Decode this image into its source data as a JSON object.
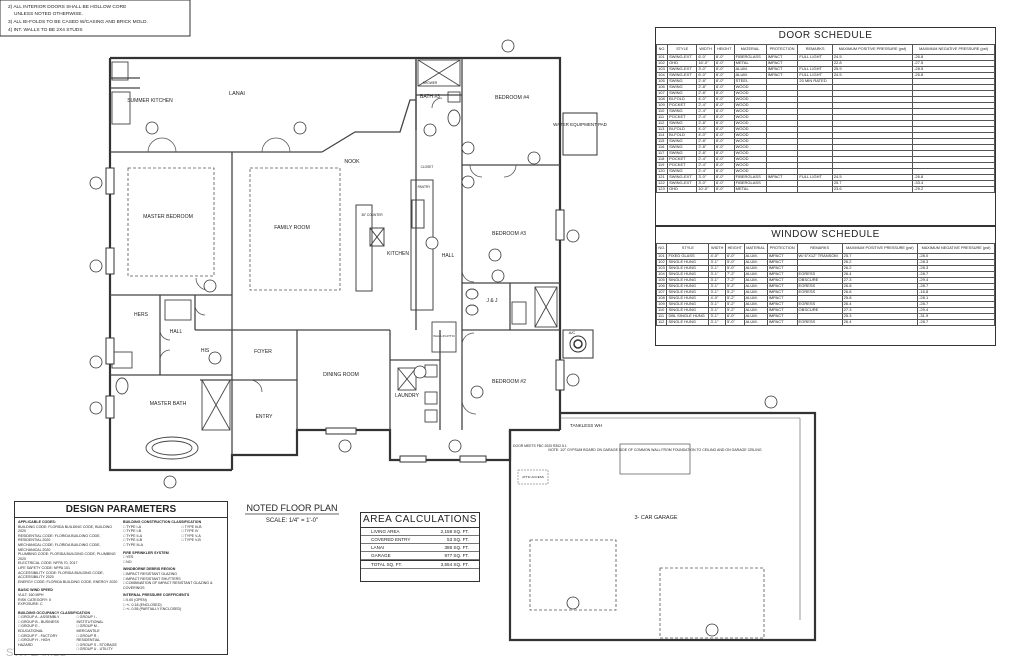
{
  "general_notes": [
    "2) ALL INTERIOR DOORS SHALL BE HOLLOW CORE",
    "UNLESS NOTED OTHERWISE.",
    "3) ALL BI-FOLDS TO BE CASED W/CASING AND BRICK MOLD.",
    "4) INT. WALLS TO BE 2X4 STUDS"
  ],
  "rooms": {
    "lanai": "LANAI",
    "summer_kitchen": "SUMMER KITCHEN",
    "master_bedroom": "MASTER BEDROOM",
    "family_room": "FAMILY ROOM",
    "nook": "NOOK",
    "kitchen": "KITCHEN",
    "bath3": "BATH #3",
    "bedroom4": "BEDROOM #4",
    "bedroom3": "BEDROOM #3",
    "bedroom2": "BEDROOM #2",
    "hall_center": "HALL",
    "jj": "J & J",
    "hers": "HERS",
    "his": "HIS",
    "hall_left": "HALL",
    "foyer": "FOYER",
    "dining_room": "DINING ROOM",
    "laundry": "LAUNDRY",
    "master_bath": "MASTER BATH",
    "entry": "ENTRY",
    "garage": "3- CAR GARAGE",
    "water_equipment": "WATER EQUIPMENT PAD",
    "tankless": "TANKLESS WH",
    "closet": "CLOSET",
    "pantry": "PANTRY",
    "counter": "36\" COUNTER",
    "shower": "SHOWER",
    "ac": "A/C"
  },
  "plan_title": "NOTED FLOOR PLAN",
  "plan_scale": "SCALE: 1/4\" = 1'-0\"",
  "door_schedule": {
    "title": "DOOR SCHEDULE",
    "headers": [
      "NO.",
      "STYLE",
      "WIDTH",
      "HEIGHT",
      "MATERIAL",
      "PROTECTION",
      "REMARKS",
      "MAXIMUM POSITIVE PRESSURE (psf)",
      "MAXIMUM NEGATIVE PRESSURE (psf)"
    ],
    "rows": [
      [
        "101",
        "SWING-EXT",
        "6'-0\"",
        "8'-0\"",
        "FIBERGLASS",
        "IMPACT",
        "FULL LIGHT",
        "24.5",
        "-26.8"
      ],
      [
        "102",
        "OHD",
        "16'-0\"",
        "8'-0\"",
        "METAL",
        "IMPACT",
        "",
        "22.8",
        "-27.5"
      ],
      [
        "103",
        "SWING-EXT",
        "3'-0\"",
        "8'-0\"",
        "ALUM.",
        "IMPACT",
        "FULL LIGHT",
        "25.9",
        "-28.5"
      ],
      [
        "104",
        "SWING-EXT",
        "6'-0\"",
        "8'-0\"",
        "ALUM.",
        "IMPACT",
        "FULL LIGHT",
        "24.5",
        "-26.8"
      ],
      [
        "105",
        "SWING",
        "2'-8\"",
        "8'-0\"",
        "STEEL",
        "",
        "20 MIN RATED",
        "",
        ""
      ],
      [
        "106",
        "SWING",
        "2'-8\"",
        "8'-0\"",
        "WOOD",
        "",
        "",
        "",
        ""
      ],
      [
        "107",
        "SWING",
        "2'-8\"",
        "8'-0\"",
        "WOOD",
        "",
        "",
        "",
        ""
      ],
      [
        "108",
        "BI-FOLD",
        "4'-0\"",
        "8'-0\"",
        "WOOD",
        "",
        "",
        "",
        ""
      ],
      [
        "109",
        "POCKET",
        "2'-4\"",
        "8'-0\"",
        "WOOD",
        "",
        "",
        "",
        ""
      ],
      [
        "110",
        "SWING",
        "2'-4\"",
        "8'-0\"",
        "WOOD",
        "",
        "",
        "",
        ""
      ],
      [
        "111",
        "POCKET",
        "2'-4\"",
        "8'-0\"",
        "WOOD",
        "",
        "",
        "",
        ""
      ],
      [
        "112",
        "SWING",
        "2'-8\"",
        "8'-0\"",
        "WOOD",
        "",
        "",
        "",
        ""
      ],
      [
        "113",
        "BI-FOLD",
        "4'-0\"",
        "8'-0\"",
        "WOOD",
        "",
        "",
        "",
        ""
      ],
      [
        "114",
        "BI-FOLD",
        "4'-0\"",
        "8'-0\"",
        "WOOD",
        "",
        "",
        "",
        ""
      ],
      [
        "115",
        "SWING",
        "2'-8\"",
        "8'-0\"",
        "WOOD",
        "",
        "",
        "",
        ""
      ],
      [
        "116",
        "SWING",
        "2'-8\"",
        "8'-0\"",
        "WOOD",
        "",
        "",
        "",
        ""
      ],
      [
        "117",
        "SWING",
        "2'-8\"",
        "8'-0\"",
        "WOOD",
        "",
        "",
        "",
        ""
      ],
      [
        "118",
        "POCKET",
        "2'-4\"",
        "8'-0\"",
        "WOOD",
        "",
        "",
        "",
        ""
      ],
      [
        "119",
        "POCKET",
        "2'-4\"",
        "8'-0\"",
        "WOOD",
        "",
        "",
        "",
        ""
      ],
      [
        "120",
        "SWING",
        "2'-4\"",
        "8'-0\"",
        "WOOD",
        "",
        "",
        "",
        ""
      ],
      [
        "121",
        "SWING-EXT",
        "3'-0\"",
        "8'-0\"",
        "FIBERGLASS",
        "IMPACT",
        "FULL LIGHT",
        "24.5",
        "-26.8"
      ],
      [
        "122",
        "SWING-EXT",
        "3'-0\"",
        "8'-0\"",
        "FIBERGLASS",
        "",
        "",
        "25.7",
        "-33.4"
      ],
      [
        "123",
        "OHD",
        "10'-0\"",
        "8'-0\"",
        "METAL",
        "",
        "",
        "23.6",
        "-29.2"
      ]
    ]
  },
  "window_schedule": {
    "title": "WINDOW SCHEDULE",
    "headers": [
      "NO.",
      "STYLE",
      "WIDTH",
      "HEIGHT",
      "MATERIAL",
      "PROTECTION",
      "REMARKS",
      "MAXIMUM POSITIVE PRESSURE (psf)",
      "MAXIMUM NEGATIVE PRESSURE (psf)"
    ],
    "rows": [
      [
        "101",
        "FIXED GLASS",
        "4'-0\"",
        "6'-0\"",
        "ALUM.",
        "IMPACT",
        "W/ 6\"X12\" TRANSOM",
        "25.7",
        "-28.0"
      ],
      [
        "102",
        "SINGLE HUNG",
        "3'-1\"",
        "5'-0\"",
        "ALUM.",
        "IMPACT",
        "",
        "26.2",
        "-28.3"
      ],
      [
        "103",
        "SINGLE HUNG",
        "3'-1\"",
        "5'-0\"",
        "ALUM.",
        "IMPACT",
        "",
        "26.2",
        "-28.3"
      ],
      [
        "104",
        "SINGLE HUNG",
        "3'-1\"",
        "7'-2\"",
        "ALUM.",
        "IMPACT",
        "EGRESS",
        "26.4",
        "-28.7"
      ],
      [
        "105",
        "SINGLE HUNG",
        "3'-1\"",
        "7'-2\"",
        "ALUM.",
        "IMPACT",
        "OBSCURE",
        "27.3",
        "-29.4"
      ],
      [
        "106",
        "SINGLE HUNG",
        "3'-1\"",
        "5'-2\"",
        "ALUM.",
        "IMPACT",
        "EGRESS",
        "26.8",
        "-28.7"
      ],
      [
        "107",
        "SINGLE HUNG",
        "3'-1\"",
        "5'-2\"",
        "ALUM.",
        "IMPACT",
        "EGRESS",
        "26.8",
        "-16.8"
      ],
      [
        "108",
        "SINGLE HUNG",
        "4'-0\"",
        "5'-2\"",
        "ALUM.",
        "IMPACT",
        "",
        "25.8",
        "-28.1"
      ],
      [
        "109",
        "SINGLE HUNG",
        "3'-1\"",
        "5'-2\"",
        "ALUM.",
        "IMPACT",
        "EGRESS",
        "26.4",
        "-28.7"
      ],
      [
        "110",
        "SINGLE HUNG",
        "3'-1\"",
        "5'-2\"",
        "ALUM.",
        "IMPACT",
        "OBSCURE",
        "27.3",
        "-29.4"
      ],
      [
        "111",
        "DBL SINGLE HUNG",
        "3'-1\"",
        "6'-0\"",
        "ALUM.",
        "IMPACT",
        "",
        "25.3",
        "-31.9"
      ],
      [
        "112",
        "SINGLE HUNG",
        "3'-1\"",
        "5'-0\"",
        "ALUM.",
        "IMPACT",
        "EGRESS",
        "26.4",
        "-28.7"
      ]
    ]
  },
  "design_parameters": {
    "title": "DESIGN PARAMETERS",
    "codes_heading": "APPLICABLE CODES:",
    "codes": [
      "BUILDING CODE: FLORIDA BUILDING CODE, BUILDING 2020",
      "RESIDENTIAL CODE: FLORIDA BUILDING CODE, RESIDENTIAL 2020",
      "MECHANICAL CODE: FLORIDA BUILDING CODE, MECHANICAL 2020",
      "PLUMBING CODE: FLORIDA BUILDING CODE, PLUMBING 2020",
      "ELECTRICAL CODE: NFPA 70, 2017",
      "LIFE SAFETY CODE: NFPA 101",
      "ACCESSIBILITY CODE: FLORIDA BUILDING CODE, ACCESSIBILITY 2020",
      "ENERGY CODE: FLORIDA BUILDING CODE, ENERGY 2020"
    ],
    "wind_heading": "BASIC WIND SPEED",
    "wind": [
      "VULT: 160 MPH",
      "RISK CATEGORY: II",
      "EXPOSURE: C"
    ],
    "occupancy_heading": "BUILDING OCCUPANCY CLASSIFICATION",
    "occupancy": [
      "GROUP A - ASSEMBLY",
      "GROUP B - BUSINESS",
      "GROUP E - EDUCATIONAL",
      "GROUP F - FACTORY",
      "GROUP H - HIGH HAZARD",
      "GROUP I - INSTITUTIONAL",
      "GROUP M - MERCANTILE",
      "GROUP R - RESIDENTIAL",
      "GROUP S - STORAGE",
      "GROUP U - UTILITY"
    ],
    "construction_heading": "BUILDING CONSTRUCTION CLASSIFICATION",
    "construction": [
      "TYPE I-A",
      "TYPE I-B",
      "TYPE II-A",
      "TYPE II-B",
      "TYPE III-A",
      "TYPE III-B",
      "TYPE IV",
      "TYPE V-A",
      "TYPE V-B"
    ],
    "sprinkler_heading": "FIRE SPRINKLER SYSTEM",
    "sprinkler": [
      "YES",
      "NO"
    ],
    "protection_heading": "WINDBORNE DEBRIS REGION",
    "protection": [
      "IMPACT RESISTANT GLAZING",
      "IMPACT RESISTANT SHUTTERS",
      "COMBINATION OF IMPACT RESISTANT GLAZING & COVERINGS"
    ],
    "hvhz_heading": "INTERNAL PRESSURE COEFFICIENTS",
    "hvhz": [
      "0.00 (OPEN)",
      "+/- 0.18 (ENCLOSED)",
      "+/- 0.55 (PARTIALLY ENCLOSED)"
    ]
  },
  "area_calculations": {
    "title": "AREA CALCULATIONS",
    "rows": [
      {
        "label": "LIVING AREA",
        "value": "2,158 SQ. FT."
      },
      {
        "label": "COVERED ENTRY",
        "value": "53 SQ. FT."
      },
      {
        "label": "LANAI",
        "value": "386 SQ. FT."
      },
      {
        "label": "GARAGE",
        "value": "977 SQ. FT."
      },
      {
        "label": "TOTAL SQ. FT.",
        "value": "3,554 SQ. FT."
      }
    ]
  },
  "notes": {
    "garage_note": "NOTE: 1/2\" GYPSUM BOARD ON GARAGE SIDE OF COMMON WALL FROM FOUNDATION TO CEILING AND ON GARAGE CEILING",
    "door_meets": "DOOR MEETS FBC 2020 R302.5.1",
    "attic_access": "ATTIC ACCESS",
    "walk_in_attic": "WALK-IN ATTIC"
  },
  "watermark": "SWFLAMLS"
}
